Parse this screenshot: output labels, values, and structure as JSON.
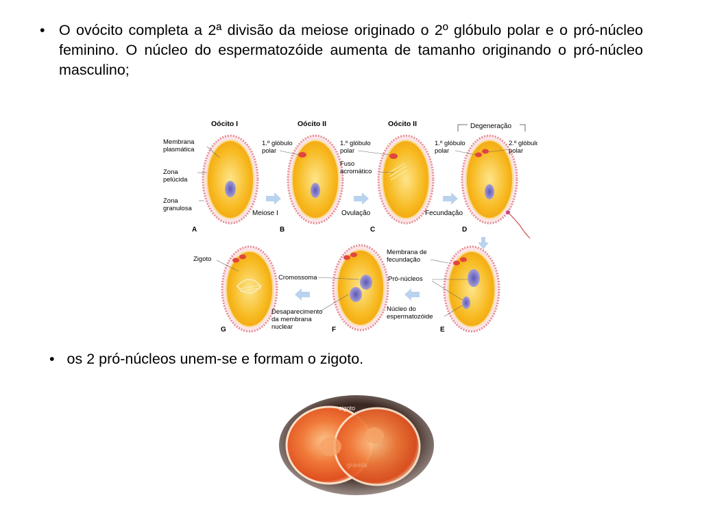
{
  "bullets": {
    "first": "O ovócito completa a 2ª divisão da meiose originado o 2º glóbulo polar e o pró-núcleo feminino. O núcleo do espermatozóide aumenta de tamanho originando o pró-núcleo masculino;",
    "second": "os 2 pró-núcleos unem-se e formam o zigoto.",
    "marker": "•"
  },
  "figure": {
    "headers": {
      "a": "Oócito I",
      "b": "Oócito II",
      "c": "Oócito II",
      "d": "Degeneração"
    },
    "labels": {
      "membrana1": "Membrana",
      "membrana2": "plasmática",
      "zona_pel1": "Zona",
      "zona_pel2": "pelúcida",
      "zona_gran1": "Zona",
      "zona_gran2": "granulosa",
      "glob_b1": "1.º glóbulo",
      "glob_b2": "polar",
      "glob_c1": "1.º glóbulo",
      "glob_c2": "polar",
      "fuso1": "Fuso",
      "fuso2": "acromático",
      "glob_d1": "1.º glóbulo",
      "glob_d2": "polar",
      "glob2_d1": "2.º glóbulo",
      "glob2_d2": "polar",
      "meiose": "Meiose I",
      "ovulacao": "Ovulação",
      "fecundacao": "Fecundação",
      "zigoto": "Zigoto",
      "cromossoma": "Cromossoma",
      "desap1": "Desaparecimento",
      "desap2": "da membrana",
      "desap3": "nuclear",
      "memb_fec1": "Membrana de",
      "memb_fec2": "fecundação",
      "pronucleos": "Pró-núcleos",
      "nucleo_esp1": "Núcleo do",
      "nucleo_esp2": "espermatozóide"
    },
    "letters": {
      "a": "A",
      "b": "B",
      "c": "C",
      "d": "D",
      "e": "E",
      "f": "F",
      "g": "G"
    }
  },
  "photo": {
    "caption": "zigoto",
    "watermark": "gravida"
  },
  "colors": {
    "cell_fill": "#f6b417",
    "cell_edge": "#f7d77a",
    "corona": "#e9878f",
    "nucleus": "#8a80c6",
    "arrow": "#b9d3ee"
  }
}
